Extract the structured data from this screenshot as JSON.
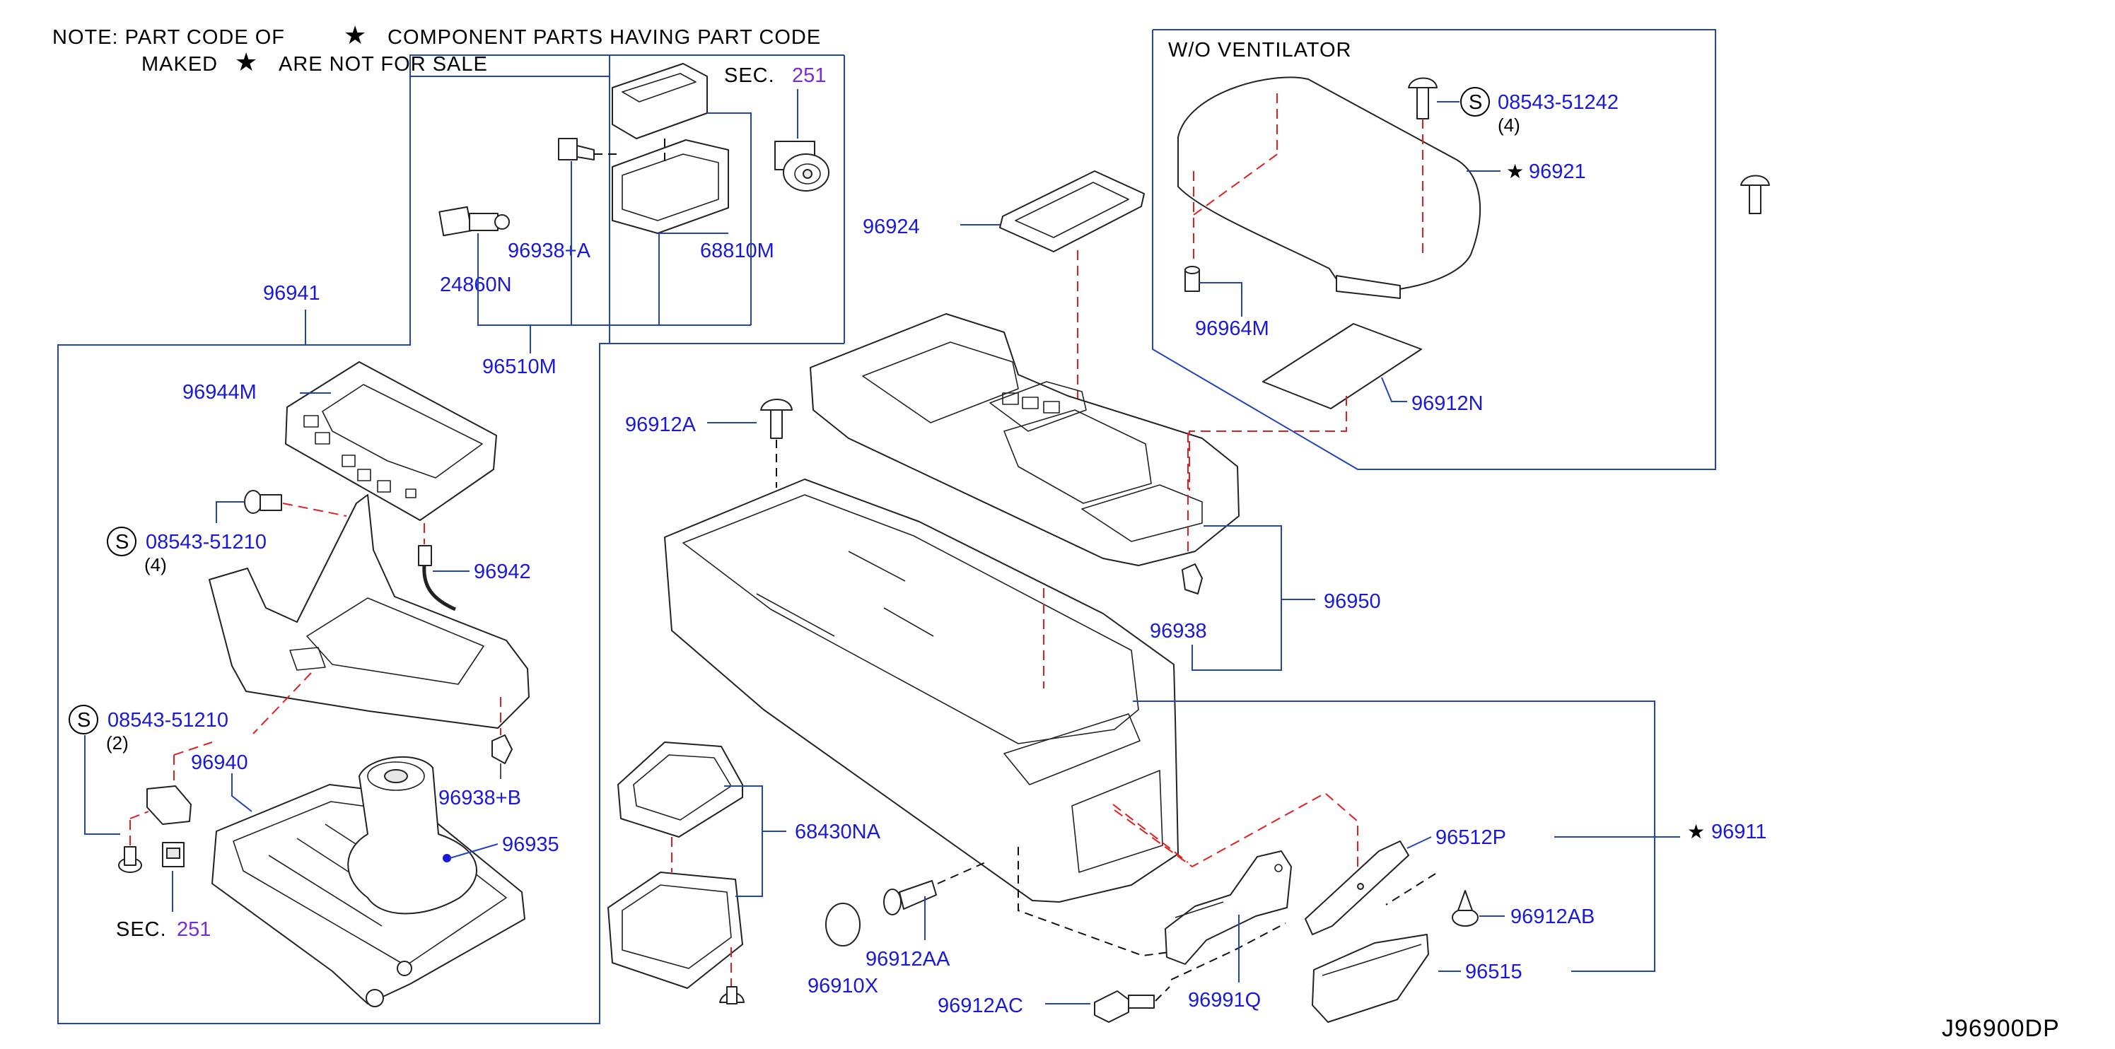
{
  "note": {
    "line1_a": "NOTE:  PART  CODE  OF",
    "line1_b": "COMPONENT  PARTS  HAVING  PART  CODE",
    "line2_a": "MAKED",
    "line2_b": "ARE  NOT  FOR  SALE"
  },
  "section_top": {
    "prefix": "SEC.",
    "number": "251"
  },
  "section_bottom": {
    "prefix": "SEC.",
    "number": "251"
  },
  "wo_ventilator": "W/O  VENTILATOR",
  "screw_symbol": "S",
  "star_symbol": "★",
  "diagram_code": "J96900DP",
  "parts": {
    "p96941": "96941",
    "p96944M": "96944M",
    "p24860N": "24860N",
    "p96938A": "96938+A",
    "p68810M": "68810M",
    "p96510M": "96510M",
    "p08543_51210_a": "08543-51210",
    "qty_a": "(4)",
    "p96942": "96942",
    "p08543_51210_b": "08543-51210",
    "qty_b": "(2)",
    "p96940": "96940",
    "p96938B": "96938+B",
    "p96935": "96935",
    "p96924": "96924",
    "p96912A": "96912A",
    "p08543_51242": "08543-51242",
    "qty_c": "(4)",
    "p96921": "96921",
    "p96964M": "96964M",
    "p96912N": "96912N",
    "p96938": "96938",
    "p96950": "96950",
    "p68430NA": "68430NA",
    "p96512P": "96512P",
    "p96911": "96911",
    "p96912AB": "96912AB",
    "p96912AA": "96912AA",
    "p96910X": "96910X",
    "p96912AC": "96912AC",
    "p96991Q": "96991Q",
    "p96515": "96515"
  }
}
